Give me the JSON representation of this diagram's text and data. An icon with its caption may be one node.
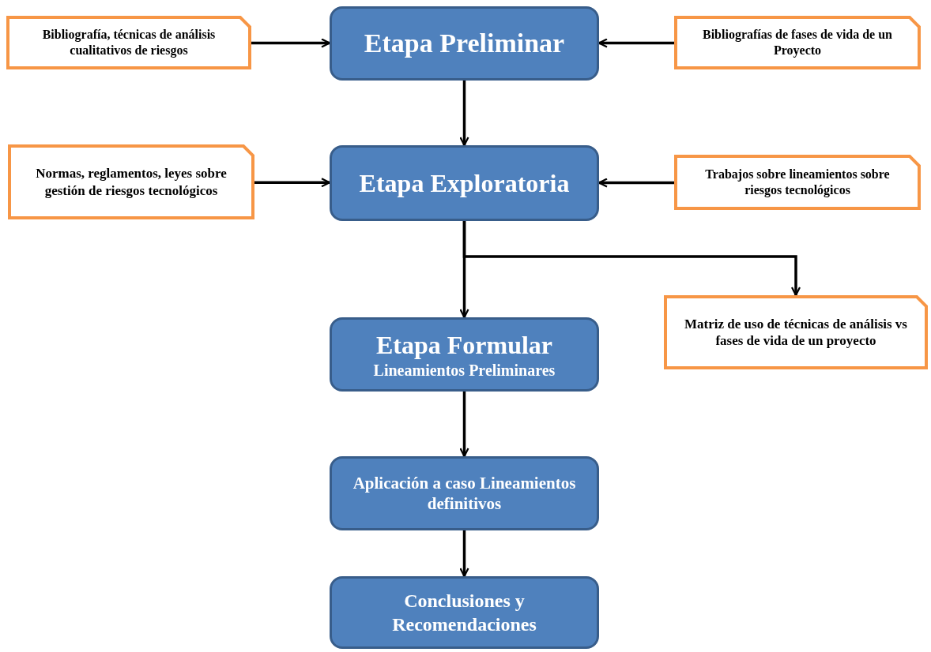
{
  "diagram": {
    "nodes": [
      {
        "text": [
          "Etapa Preliminar"
        ]
      },
      {
        "text": [
          "Etapa Exploratoria"
        ]
      },
      {
        "text": [
          "Etapa Formular",
          "Lineamientos Preliminares"
        ]
      },
      {
        "text": [
          "Aplicación a caso Lineamientos definitivos"
        ]
      },
      {
        "text": [
          "Conclusiones y Recomendaciones"
        ]
      },
      {
        "text": [
          "Bibliografía, técnicas de análisis cualitativos de riesgos"
        ]
      },
      {
        "text": [
          "Bibliografías de fases de vida de un Proyecto"
        ]
      },
      {
        "text": [
          "Normas, reglamentos, leyes sobre gestión de riesgos tecnológicos"
        ]
      },
      {
        "text": [
          "Trabajos sobre lineamientos sobre riesgos tecnológicos"
        ]
      },
      {
        "text": [
          "Matriz de uso de técnicas de análisis vs fases de vida de un proyecto"
        ]
      }
    ],
    "edges": [
      {
        "from": 5,
        "to": 0,
        "arrow": "to"
      },
      {
        "from": 6,
        "to": 0,
        "arrow": "to"
      },
      {
        "from": 0,
        "to": 1,
        "arrow": "to"
      },
      {
        "from": 7,
        "to": 1,
        "arrow": "to"
      },
      {
        "from": 8,
        "to": 1,
        "arrow": "to"
      },
      {
        "from": 1,
        "to": 2,
        "arrow": "to"
      },
      {
        "from": 1,
        "to": 9,
        "arrow": "to"
      },
      {
        "from": 2,
        "to": 3,
        "arrow": "to"
      },
      {
        "from": 3,
        "to": 4,
        "arrow": "to"
      }
    ]
  }
}
